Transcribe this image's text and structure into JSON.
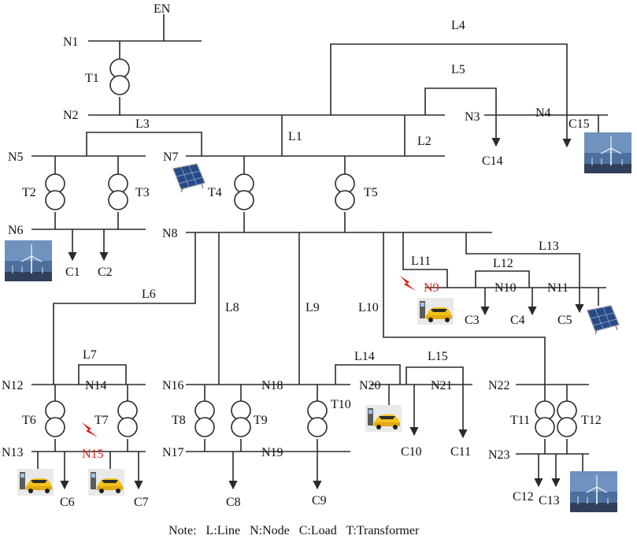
{
  "diagram": {
    "nodes": {
      "en": "EN",
      "n1": "N1",
      "n2": "N2",
      "n3": "N3",
      "n4": "N4",
      "n5": "N5",
      "n6": "N6",
      "n7": "N7",
      "n8": "N8",
      "n9": "N9",
      "n10": "N10",
      "n11": "N11",
      "n12": "N12",
      "n13": "N13",
      "n14": "N14",
      "n15": "N15",
      "n16": "N16",
      "n17": "N17",
      "n18": "N18",
      "n19": "N19",
      "n20": "N20",
      "n21": "N21",
      "n22": "N22",
      "n23": "N23"
    },
    "lines": {
      "l1": "L1",
      "l2": "L2",
      "l3": "L3",
      "l4": "L4",
      "l5": "L5",
      "l6": "L6",
      "l7": "L7",
      "l8": "L8",
      "l9": "L9",
      "l10": "L10",
      "l11": "L11",
      "l12": "L12",
      "l13": "L13",
      "l14": "L14",
      "l15": "L15"
    },
    "transformers": {
      "t1": "T1",
      "t2": "T2",
      "t3": "T3",
      "t4": "T4",
      "t5": "T5",
      "t6": "T6",
      "t7": "T7",
      "t8": "T8",
      "t9": "T9",
      "t10": "T10",
      "t11": "T11",
      "t12": "T12"
    },
    "loads": {
      "c1": "C1",
      "c2": "C2",
      "c3": "C3",
      "c4": "C4",
      "c5": "C5",
      "c6": "C6",
      "c7": "C7",
      "c8": "C8",
      "c9": "C9",
      "c10": "C10",
      "c11": "C11",
      "c12": "C12",
      "c13": "C13",
      "c14": "C14",
      "c15": "C15"
    },
    "fault_color": "#e0201b",
    "icons": {
      "wind": "wind-turbine-icon",
      "solar": "solar-panel-icon",
      "ev": "electric-vehicle-charger-icon",
      "fault": "lightning-fault-icon"
    },
    "note": "Note:   L:Line   N:Node   C:Load   T:Transformer"
  }
}
